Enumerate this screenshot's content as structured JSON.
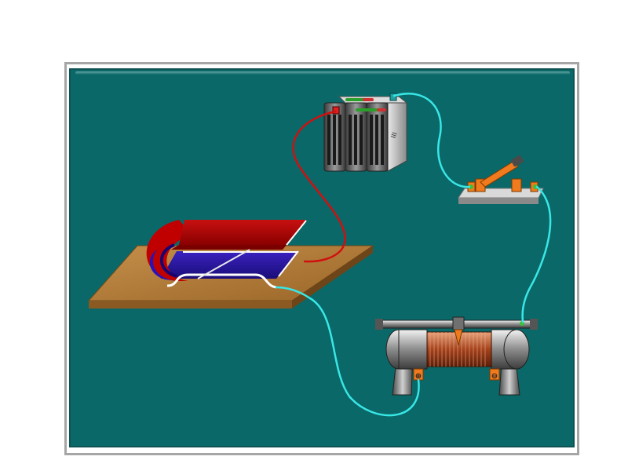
{
  "scene": {
    "objects": [
      "u-shaped-magnet",
      "conducting-rod-on-rails",
      "battery",
      "knife-switch",
      "sliding-rheostat",
      "connecting-wires"
    ]
  },
  "colors": {
    "board": "#0b6868",
    "frame": "#a6a6a6",
    "magnet_n": "#b30000",
    "magnet_s": "#2a1aa0",
    "wire_red": "#d01010",
    "wire_cyan": "#39e6e6",
    "wood": "#b07a3a",
    "switch_lever": "#f07a1e"
  },
  "rheostat": {
    "terminal_a_sign": "⊕",
    "terminal_b_sign": "⊖"
  }
}
